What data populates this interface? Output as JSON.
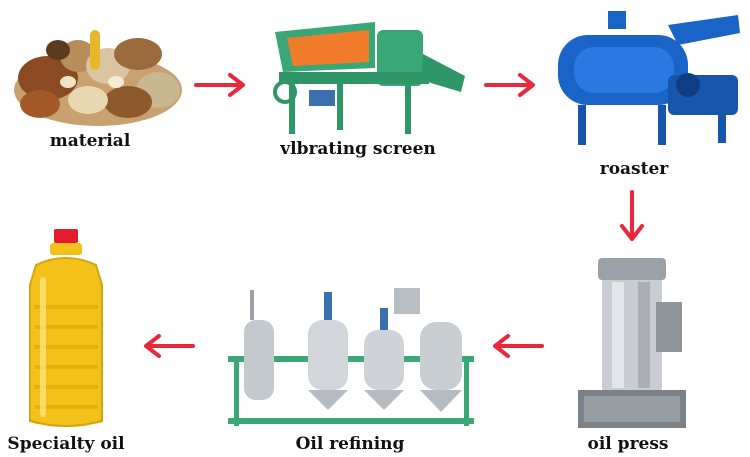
{
  "stages": [
    {
      "label": "material"
    },
    {
      "label": "vlbrating screen"
    },
    {
      "label": "roaster"
    },
    {
      "label": "oil press"
    },
    {
      "label": "Oil refining"
    },
    {
      "label": "Specialty oil"
    }
  ],
  "colors": {
    "arrow": "#e8283c",
    "screen_green": "#3aa876",
    "screen_orange": "#f07b2a",
    "roaster_blue": "#1a63c7",
    "steel": "#b9bec3",
    "oil": "#f2c21a"
  }
}
